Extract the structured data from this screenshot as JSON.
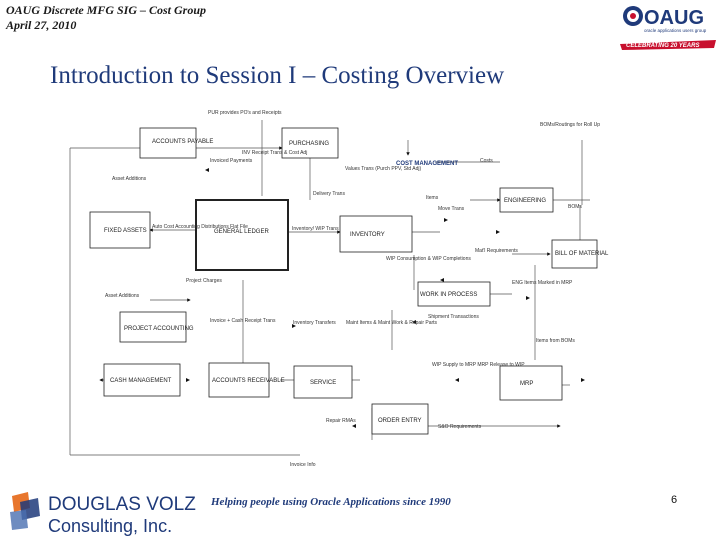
{
  "header": {
    "line1": "OAUG Discrete MFG SIG – Cost Group",
    "line2": "April 27, 2010"
  },
  "logo": {
    "name": "OAUG",
    "tagline": "oracle applications users group",
    "banner": "CELEBRATING 20 YEARS"
  },
  "title": "Introduction to Session I – Costing Overview",
  "diagram": {
    "boxes": {
      "accounts_payable": "ACCOUNTS PAYABLE",
      "purchasing": "PURCHASING",
      "cost_management": "COST MANAGEMENT",
      "engineering": "ENGINEERING",
      "fixed_assets": "FIXED ASSETS",
      "general_ledger": "GENERAL LEDGER",
      "inventory": "INVENTORY",
      "bill_of_material": "BILL OF MATERIAL",
      "work_in_process": "WORK IN PROCESS",
      "project_accounting": "PROJECT ACCOUNTING",
      "cash_management": "CASH MANAGEMENT",
      "accounts_receivable": "ACCOUNTS RECEIVABLE",
      "service": "SERVICE",
      "mrp": "MRP",
      "order_entry": "ORDER ENTRY"
    },
    "labels": {
      "po_receipts": "PUR provides PO's and Receipts",
      "boms_routings": "BOMs/Routings for Roll Up",
      "invoiced_payments": "Invoiced Payments",
      "inv_receipt_trans": "INV Receipt Trans & Cost Adj",
      "asset_additions": "Asset Additions",
      "value_trans": "Values Trans (Purch PPV, Std Adj)",
      "costs": "Costs",
      "delivery_trans": "Delivery Trans",
      "items": "Items",
      "move_trans": "Move Trans",
      "boms": "BOMs",
      "auto_cost": "Auto Cost Accounting Distributions Flat File",
      "inventory_wip_trans": "Inventory/ WIP Trans",
      "mat_requirements": "Mat'l Requirements",
      "wip_consumption": "WIP Consumption & WIP Completions",
      "project_charges": "Project Charges",
      "eng_items": "ENG Items Marked in MRP",
      "asset_additions_2": "Asset Additions",
      "invoice_cash": "Invoice + Cash Receipt Trans",
      "shipment": "Shipment Transactions",
      "inventory_transfers": "Inventory Transfers",
      "maint_items": "Maint Items & Maint Work & Repair Parts",
      "items_from_boms": "Items from BOMs",
      "wip_supply": "WIP Supply to MRP MRP Release to WIP",
      "repair_rmas": "Repair RMAs",
      "sao_requirements": "S&O Requirements",
      "invoice_info": "Invoice Info"
    }
  },
  "footer": {
    "company_name": "DOUGLAS VOLZ",
    "company_sub": "Consulting, Inc.",
    "tagline": "Helping people using Oracle Applications since 1990",
    "page_number": "6"
  }
}
